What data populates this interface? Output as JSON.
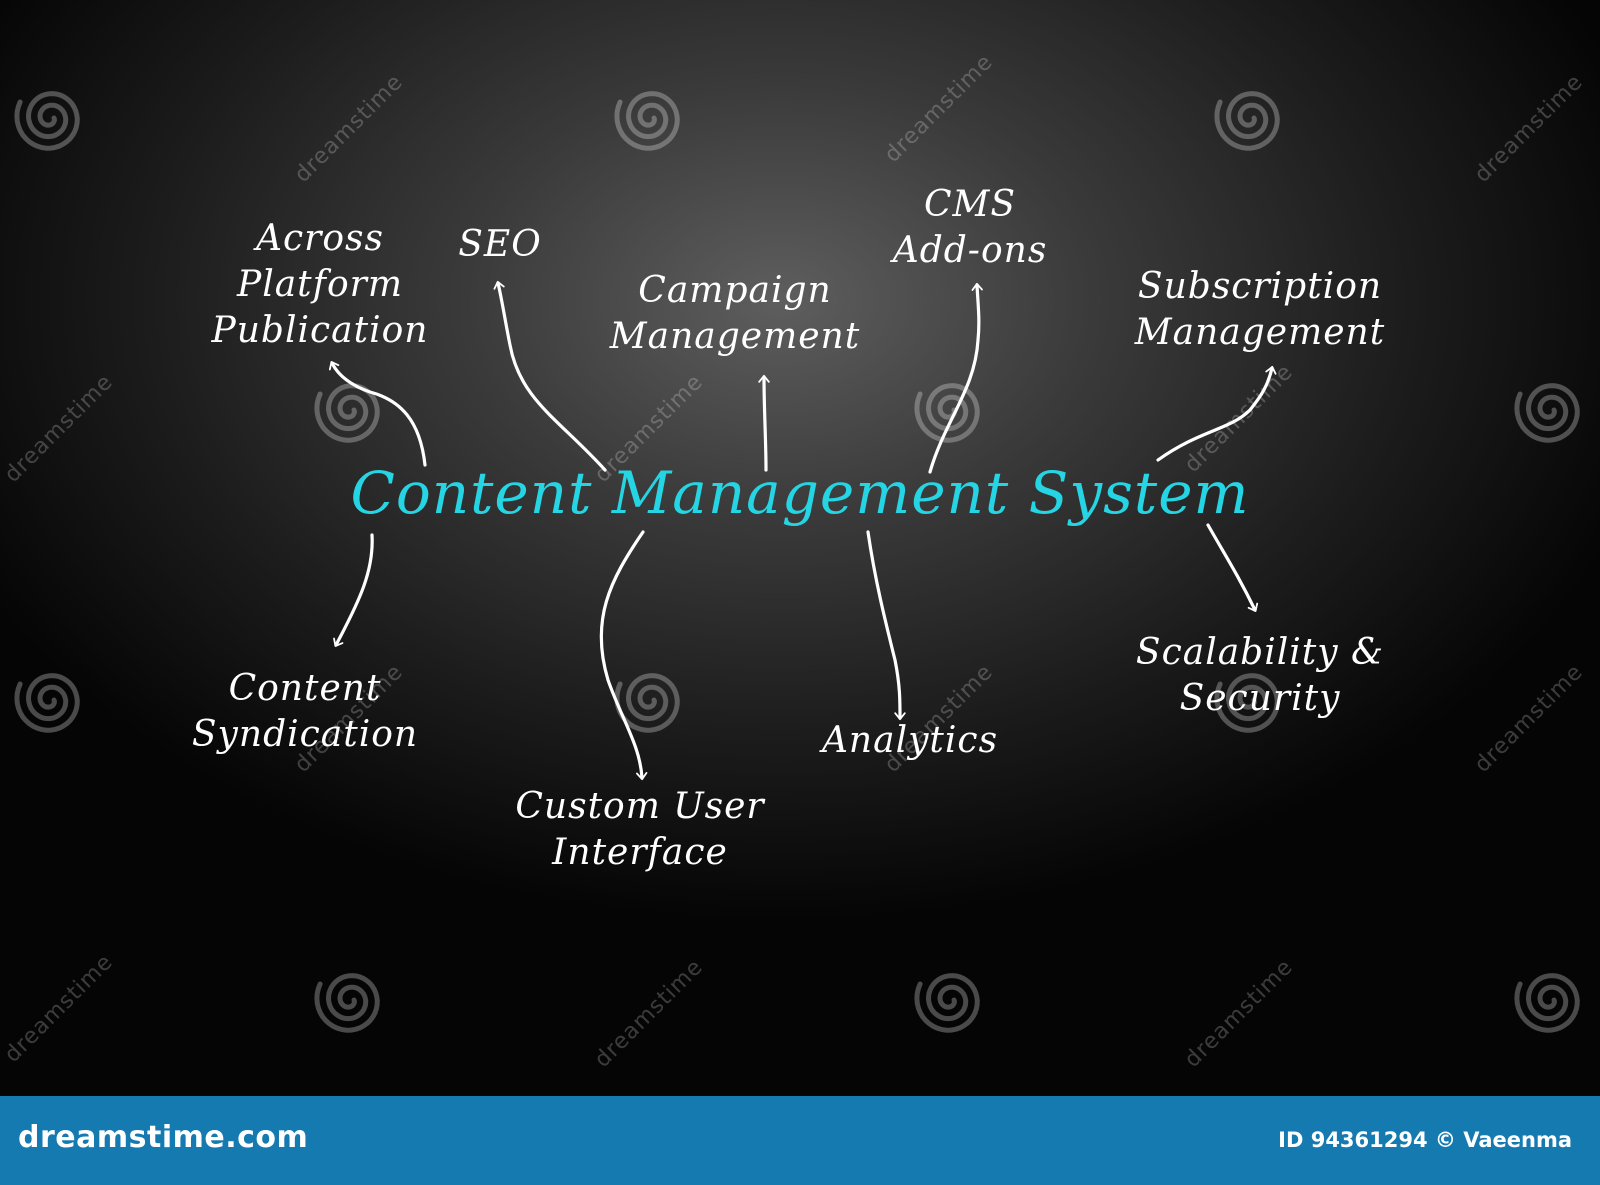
{
  "center": {
    "label": "Content Management System",
    "color": "#26d5e3"
  },
  "nodes": {
    "across_platform": [
      "Across",
      "Platform",
      "Publication"
    ],
    "seo": [
      "SEO"
    ],
    "campaign": [
      "Campaign",
      "Management"
    ],
    "cms_addons": [
      "CMS",
      "Add-ons"
    ],
    "subscription": [
      "Subscription",
      "Management"
    ],
    "syndication": [
      "Content",
      "Syndication"
    ],
    "custom_ui": [
      "Custom User",
      "Interface"
    ],
    "analytics": [
      "Analytics"
    ],
    "scalability": [
      "Scalability &",
      "Security"
    ]
  },
  "watermark": {
    "text": "dreamstime",
    "footer_site": "dreamstime.com",
    "footer_id": "ID 94361294 © Vaeenma",
    "footer_color": "#157ab0"
  },
  "colors": {
    "node_text": "#ffffff",
    "arrow": "#ffffff"
  }
}
